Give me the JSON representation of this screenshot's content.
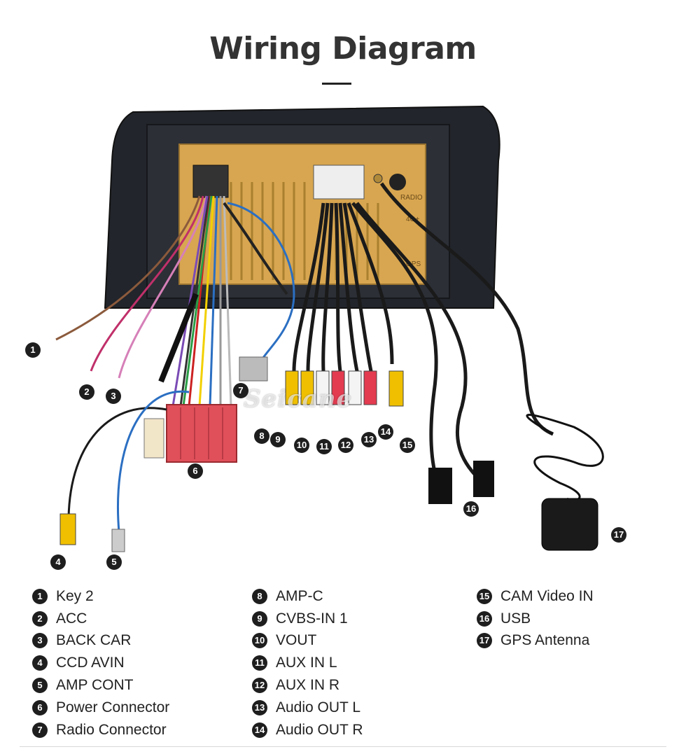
{
  "title": "Wiring Diagram",
  "watermark": "Seicane",
  "device_labels": {
    "radio": "RADIO",
    "gps": "GPS",
    "fourg": "4G+"
  },
  "colors": {
    "accent": "#1e1e1e",
    "housing": "#d8a650",
    "bezel": "#22252b"
  },
  "callouts": [
    "1",
    "2",
    "3",
    "4",
    "5",
    "6",
    "7",
    "8",
    "9",
    "10",
    "11",
    "12",
    "13",
    "14",
    "15",
    "16",
    "17"
  ],
  "legend": {
    "col1": [
      {
        "num": "1",
        "label": "Key 2"
      },
      {
        "num": "2",
        "label": "ACC"
      },
      {
        "num": "3",
        "label": "BACK CAR"
      },
      {
        "num": "4",
        "label": "CCD AVIN"
      },
      {
        "num": "5",
        "label": "AMP CONT"
      },
      {
        "num": "6",
        "label": "Power Connector"
      },
      {
        "num": "7",
        "label": "Radio Connector"
      }
    ],
    "col2": [
      {
        "num": "8",
        "label": "AMP-C"
      },
      {
        "num": "9",
        "label": "CVBS-IN 1"
      },
      {
        "num": "10",
        "label": "VOUT"
      },
      {
        "num": "11",
        "label": "AUX IN L"
      },
      {
        "num": "12",
        "label": "AUX IN R"
      },
      {
        "num": "13",
        "label": "Audio OUT L"
      },
      {
        "num": "14",
        "label": "Audio OUT R"
      }
    ],
    "col3": [
      {
        "num": "15",
        "label": "CAM Video IN"
      },
      {
        "num": "16",
        "label": "USB"
      },
      {
        "num": "17",
        "label": "GPS Antenna"
      }
    ]
  }
}
